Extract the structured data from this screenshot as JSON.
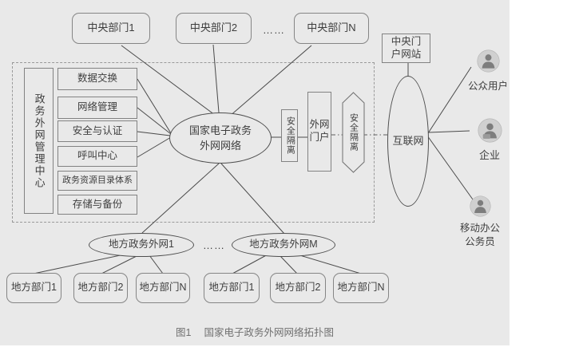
{
  "colors": {
    "canvas_bg": "#e9e9e9",
    "node_border": "#828282",
    "line_color": "#4a4a4a",
    "dashed_border": "#999999",
    "text_color": "#3e3e3e",
    "caption_color": "#707070",
    "icon_bg": "#d0d0d0",
    "icon_fg": "#7d7d7d"
  },
  "nodes": {
    "central_departments": [
      "中央部门1",
      "中央部门2",
      "中央部门N"
    ],
    "top_ellipsis": "……",
    "central_portal": "中央门户网站",
    "management_center_label": "政务外网管理中心",
    "management_modules": [
      "数据交换",
      "网络管理",
      "安全与认证",
      "呼叫中心",
      "政务资源目录体系",
      "存储与备份"
    ],
    "core_network": "国家电子政务外网网络",
    "security_isolation_left": "安全隔离",
    "extranet_portal": "外网门户",
    "security_isolation_right": "安全隔离",
    "internet": "互联网",
    "users": [
      {
        "label": "公众用户",
        "icon": "person-with-phone"
      },
      {
        "label": "企业",
        "icon": "person-at-laptop"
      },
      {
        "label": "移动办公公务员",
        "icon": "person-standing"
      }
    ],
    "local_networks": [
      "地方政务外网1",
      "地方政务外网M"
    ],
    "bottom_ellipsis": "……",
    "local_departments_left": [
      "地方部门1",
      "地方部门2",
      "地方部门N"
    ],
    "local_departments_right": [
      "地方部门1",
      "地方部门2",
      "地方部门N"
    ]
  },
  "caption": {
    "figure_label": "图1",
    "figure_title": "国家电子政务外网网络拓扑图"
  }
}
